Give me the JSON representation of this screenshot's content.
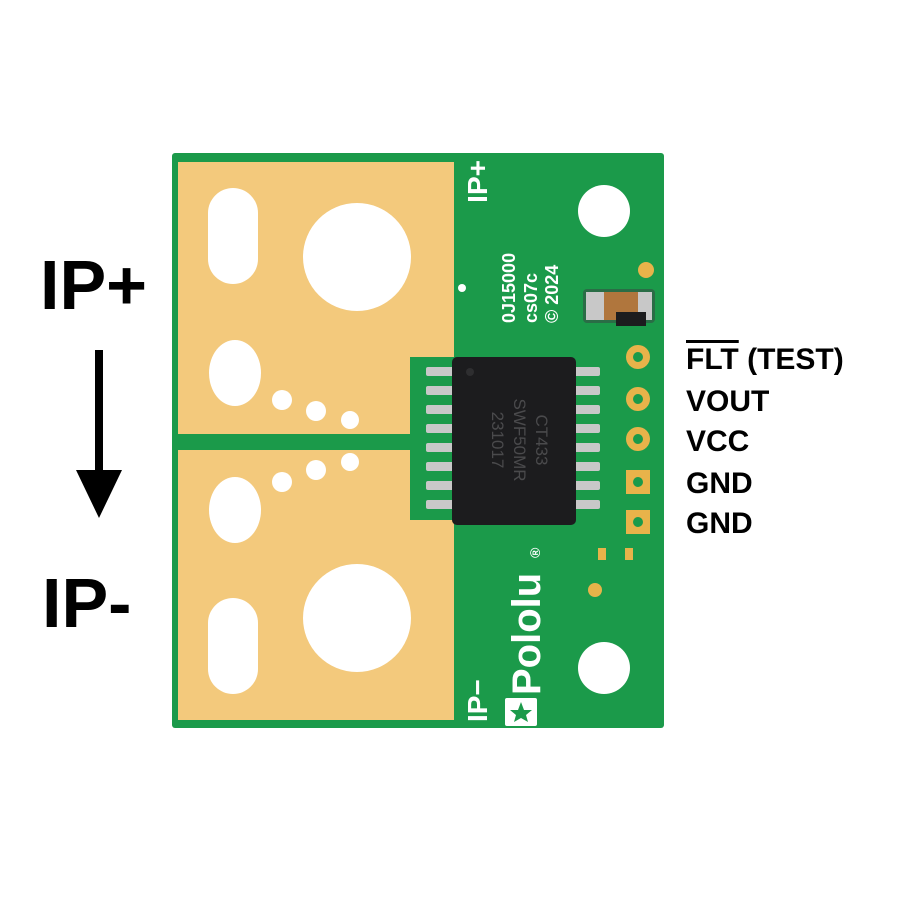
{
  "labels": {
    "ip_plus": "IP+",
    "ip_minus": "IP-"
  },
  "pins": {
    "flt": "FLT",
    "test": " (TEST)",
    "vout": "VOUT",
    "vcc": "VCC",
    "gnd1": "GND",
    "gnd2": "GND"
  },
  "silkscreen": {
    "ip_plus": "IP+",
    "ip_minus": "IP−",
    "code1": "0J15000",
    "code2": "cs07c",
    "year": "© 2024",
    "brand": "Pololu",
    "registered": "®"
  },
  "chip": {
    "line1": "CT433",
    "line2": "SWF50MR",
    "line3": "231017"
  },
  "colors": {
    "board": "#1b9a4a",
    "copper": "#f3c97c",
    "chip": "#1c1c1e",
    "pin": "#c8c8c8",
    "pad": "#e8b34a"
  }
}
